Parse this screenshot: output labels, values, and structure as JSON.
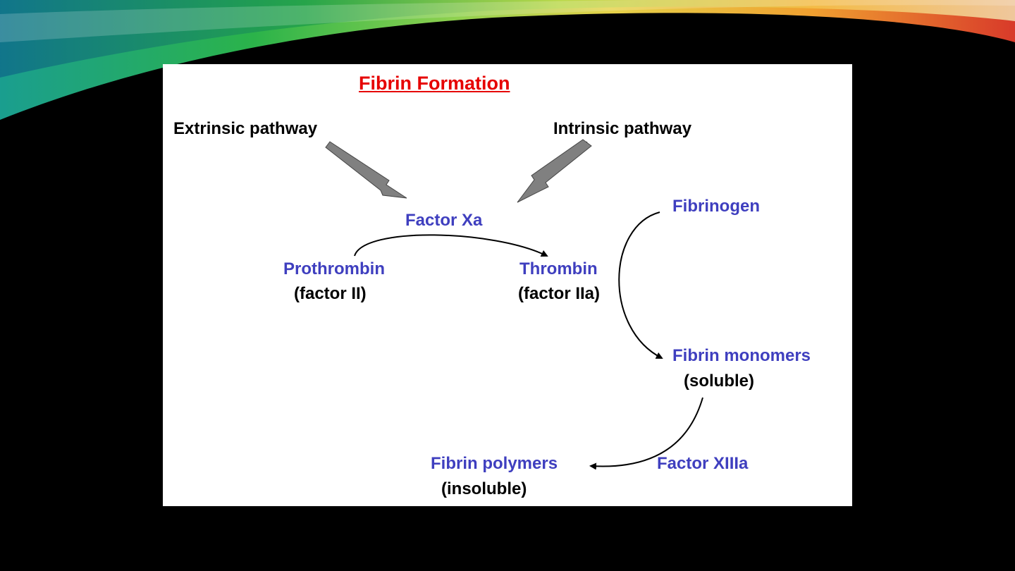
{
  "colors": {
    "background": "#000000",
    "panel": "#ffffff",
    "title": "#e60000",
    "node_blue": "#3f3fbf",
    "node_black": "#000000",
    "arrow_gray": "#808080"
  },
  "diagram": {
    "title": "Fibrin Formation",
    "extrinsic": "Extrinsic pathway",
    "intrinsic": "Intrinsic pathway",
    "factor_xa": "Factor Xa",
    "prothrombin": "Prothrombin",
    "prothrombin_sub": "(factor II)",
    "thrombin": "Thrombin",
    "thrombin_sub": "(factor IIa)",
    "fibrinogen": "Fibrinogen",
    "fibrin_monomers": "Fibrin monomers",
    "fibrin_monomers_sub": "(soluble)",
    "factor_xiiia": "Factor XIIIa",
    "fibrin_polymers": "Fibrin polymers",
    "fibrin_polymers_sub": "(insoluble)"
  }
}
